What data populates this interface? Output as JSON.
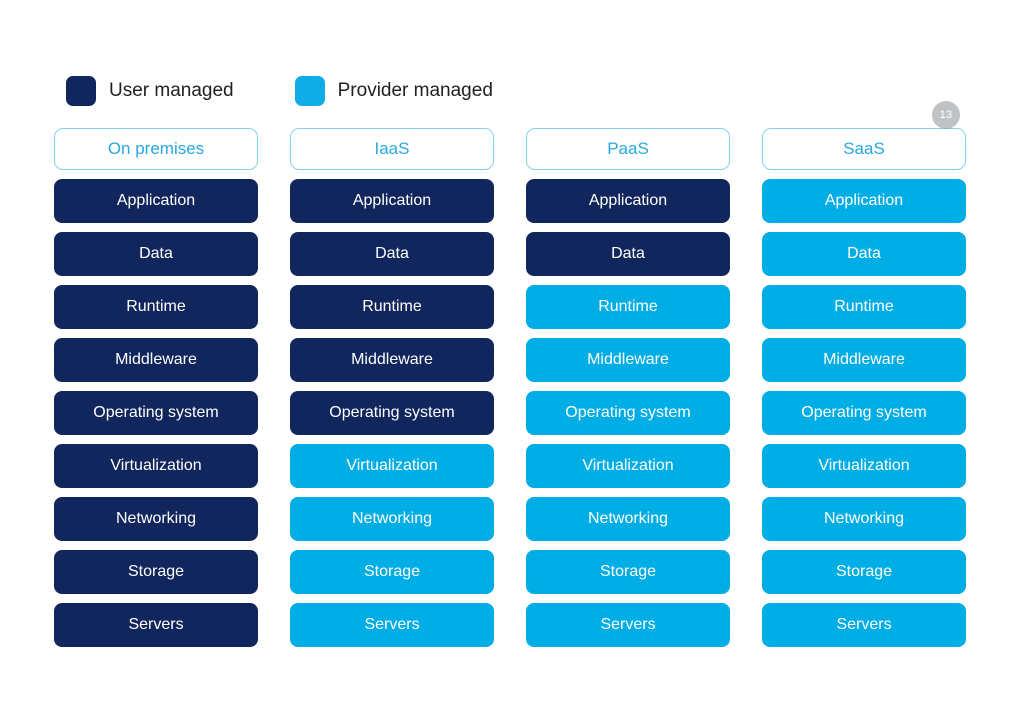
{
  "badge": {
    "label": "13"
  },
  "legend": {
    "items": [
      {
        "label": "User managed",
        "swatch_color": "#11265c",
        "key": "user"
      },
      {
        "label": "Provider managed",
        "swatch_color": "#10ace7",
        "key": "provider"
      }
    ]
  },
  "colors": {
    "user_managed": "#11265c",
    "provider_managed": "#00ade5",
    "header_border": "#86d2e8",
    "header_text": "#29a8e0",
    "background": "#ffffff",
    "legend_text": "#231f20"
  },
  "layer_names": [
    "Application",
    "Data",
    "Runtime",
    "Middleware",
    "Operating system",
    "Virtualization",
    "Networking",
    "Storage",
    "Servers"
  ],
  "columns": [
    {
      "header": "On premises",
      "layers": [
        {
          "label": "Application",
          "owner": "user"
        },
        {
          "label": "Data",
          "owner": "user"
        },
        {
          "label": "Runtime",
          "owner": "user"
        },
        {
          "label": "Middleware",
          "owner": "user"
        },
        {
          "label": "Operating system",
          "owner": "user"
        },
        {
          "label": "Virtualization",
          "owner": "user"
        },
        {
          "label": "Networking",
          "owner": "user"
        },
        {
          "label": "Storage",
          "owner": "user"
        },
        {
          "label": "Servers",
          "owner": "user"
        }
      ]
    },
    {
      "header": "IaaS",
      "layers": [
        {
          "label": "Application",
          "owner": "user"
        },
        {
          "label": "Data",
          "owner": "user"
        },
        {
          "label": "Runtime",
          "owner": "user"
        },
        {
          "label": "Middleware",
          "owner": "user"
        },
        {
          "label": "Operating system",
          "owner": "user"
        },
        {
          "label": "Virtualization",
          "owner": "provider"
        },
        {
          "label": "Networking",
          "owner": "provider"
        },
        {
          "label": "Storage",
          "owner": "provider"
        },
        {
          "label": "Servers",
          "owner": "provider"
        }
      ]
    },
    {
      "header": "PaaS",
      "layers": [
        {
          "label": "Application",
          "owner": "user"
        },
        {
          "label": "Data",
          "owner": "user"
        },
        {
          "label": "Runtime",
          "owner": "provider"
        },
        {
          "label": "Middleware",
          "owner": "provider"
        },
        {
          "label": "Operating system",
          "owner": "provider"
        },
        {
          "label": "Virtualization",
          "owner": "provider"
        },
        {
          "label": "Networking",
          "owner": "provider"
        },
        {
          "label": "Storage",
          "owner": "provider"
        },
        {
          "label": "Servers",
          "owner": "provider"
        }
      ]
    },
    {
      "header": "SaaS",
      "layers": [
        {
          "label": "Application",
          "owner": "provider"
        },
        {
          "label": "Data",
          "owner": "provider"
        },
        {
          "label": "Runtime",
          "owner": "provider"
        },
        {
          "label": "Middleware",
          "owner": "provider"
        },
        {
          "label": "Operating system",
          "owner": "provider"
        },
        {
          "label": "Virtualization",
          "owner": "provider"
        },
        {
          "label": "Networking",
          "owner": "provider"
        },
        {
          "label": "Storage",
          "owner": "provider"
        },
        {
          "label": "Servers",
          "owner": "provider"
        }
      ]
    }
  ]
}
